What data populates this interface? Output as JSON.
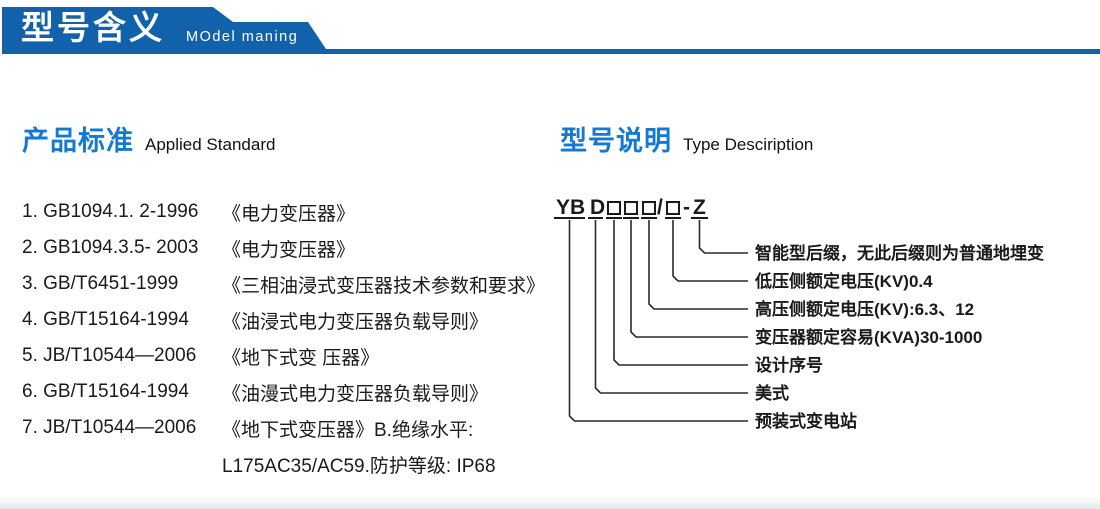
{
  "banner": {
    "title": "型号含义",
    "subtitle": "MOdel maning",
    "color": "#1162ab"
  },
  "left_section": {
    "heading_cn": "产品标准",
    "heading_en": "Applied Standard",
    "standards": [
      {
        "code": "1. GB1094.1. 2-1996",
        "title": "《电力变压器》"
      },
      {
        "code": "2. GB1094.3.5- 2003",
        "title": "《电力变压器》"
      },
      {
        "code": "3. GB/T6451-1999",
        "title": "《三相油浸式变压器技术参数和要求》"
      },
      {
        "code": "4. GB/T15164-1994",
        "title": "《油浸式电力变压器负载导则》"
      },
      {
        "code": "5. JB/T10544—2006",
        "title": "《地下式变 压器》"
      },
      {
        "code": "6. GB/T15164-1994",
        "title": "《油漫式电力变压器负载导则》"
      },
      {
        "code": "7. JB/T10544—2006",
        "title": "《地下式变压器》B.绝缘水平:"
      },
      {
        "code": "",
        "title": "L175AC35/AC59.防护等级: IP68"
      }
    ]
  },
  "right_section": {
    "heading_cn": "型号说明",
    "heading_en": "Type Desciription",
    "code_parts": [
      {
        "type": "text",
        "value": "YB",
        "underline": true
      },
      {
        "type": "text",
        "value": "D",
        "underline": true
      },
      {
        "type": "box",
        "underline": true
      },
      {
        "type": "box",
        "underline": true
      },
      {
        "type": "box",
        "underline": true
      },
      {
        "type": "text",
        "value": "/",
        "underline": false
      },
      {
        "type": "box",
        "underline": true
      },
      {
        "type": "text",
        "value": "-",
        "underline": false
      },
      {
        "type": "text",
        "value": "Z",
        "underline": true
      }
    ],
    "labels": [
      "智能型后缀，无此后缀则为普通地埋变",
      "低压侧额定电压(KV)0.4",
      "高压侧额定电压(KV):6.3、12",
      "变压器额定容易(KVA)30-1000",
      "设计序号",
      "美式",
      "预装式变电站"
    ]
  },
  "colors": {
    "banner_blue": "#1162ab",
    "heading_blue": "#1479d5",
    "text": "#1a1a1a",
    "line": "#2a2a2a"
  }
}
